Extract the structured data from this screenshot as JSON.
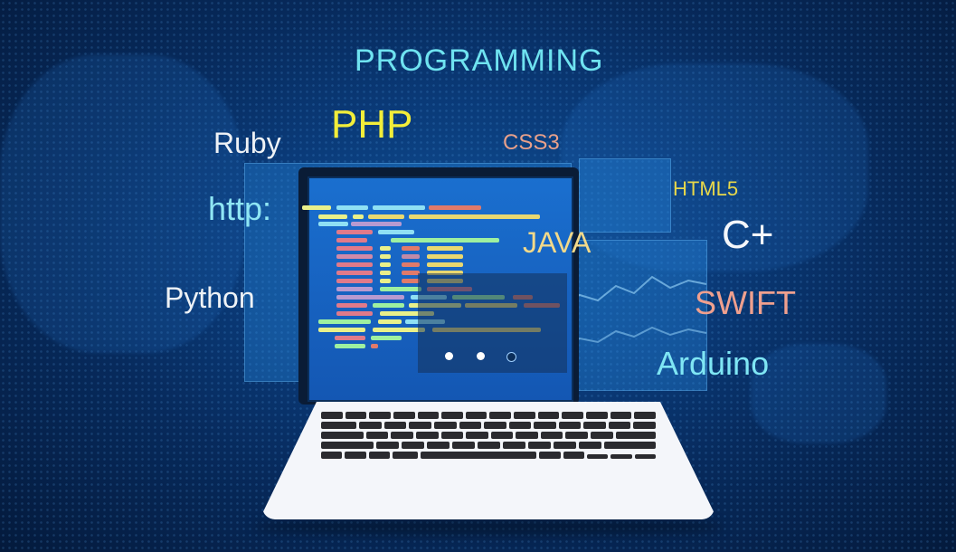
{
  "scene": {
    "title": "PROGRAMMING",
    "languages": [
      {
        "name": "PHP",
        "color": "#f2ee3a"
      },
      {
        "name": "Ruby",
        "color": "#eef2f6"
      },
      {
        "name": "CSS3",
        "color": "#e8a08a"
      },
      {
        "name": "http:",
        "color": "#8fe6f4"
      },
      {
        "name": "HTML5",
        "color": "#e8d84a"
      },
      {
        "name": "JAVA",
        "color": "#f2d98a"
      },
      {
        "name": "C+",
        "color": "#f4f6fa"
      },
      {
        "name": "Python",
        "color": "#eef2f6"
      },
      {
        "name": "SWIFT",
        "color": "#f0a08e"
      },
      {
        "name": "Arduino",
        "color": "#7fe6f4"
      }
    ],
    "title_color": "#6fe3f0",
    "device": "laptop-with-code-on-screen"
  }
}
